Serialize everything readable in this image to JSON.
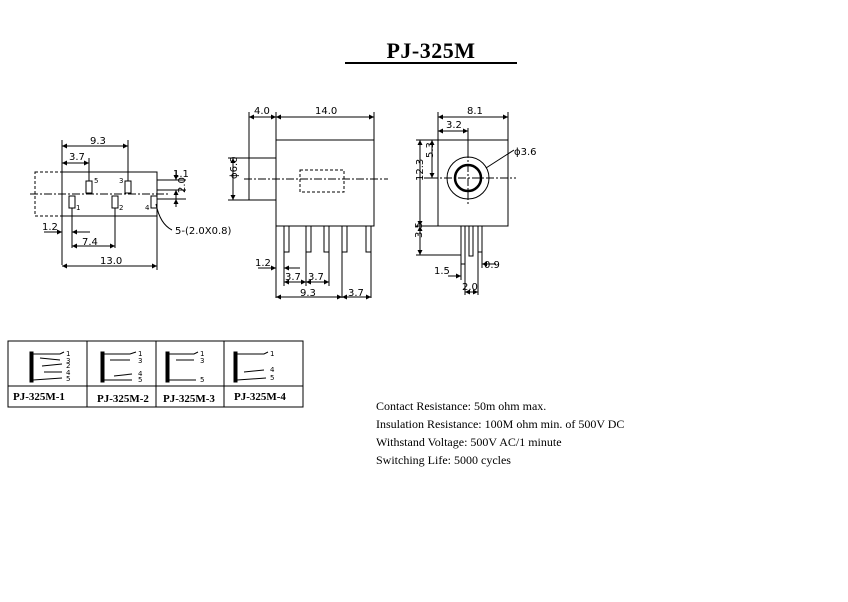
{
  "title": "PJ-325M",
  "specs": [
    "Contact Resistance:    50m ohm max.",
    "Insulation Resistance: 100M ohm min. of 500V DC",
    "Withstand Voltage: 500V AC/1 minute",
    "Switching Life: 5000 cycles"
  ],
  "dims": {
    "bottom": {
      "d93": "9.3",
      "d37": "3.7",
      "d11": "1.1",
      "d20": "2.0",
      "d12": "1.2",
      "d74": "7.4",
      "d130": "13.0",
      "pin": "5-(2.0X0.8)"
    },
    "side": {
      "d40": "4.0",
      "d140": "14.0",
      "dia": "ϕ6.0",
      "d12": "1.2",
      "d37a": "3.7",
      "d37b": "3.7",
      "d93": "9.3",
      "d37c": "3.7"
    },
    "front": {
      "d81": "8.1",
      "d32": "3.2",
      "dia": "ϕ3.6",
      "d53": "5.3",
      "d123": "12.3",
      "d35": "3.5",
      "d15": "1.5",
      "d09": "0.9",
      "d20": "2.0"
    }
  },
  "pins": {
    "bottom_top": [
      "5",
      "3"
    ],
    "bottom_bottom": [
      "1",
      "2",
      "4"
    ]
  },
  "variants": [
    {
      "label": "PJ-325M-1",
      "pins": [
        "1",
        "3",
        "2",
        "4",
        "5"
      ]
    },
    {
      "label": "PJ-325M-2",
      "pins": [
        "1",
        "3",
        "4",
        "5"
      ]
    },
    {
      "label": "PJ-325M-3",
      "pins": [
        "1",
        "3",
        "5"
      ]
    },
    {
      "label": "PJ-325M-4",
      "pins": [
        "1",
        "4",
        "5"
      ]
    }
  ]
}
